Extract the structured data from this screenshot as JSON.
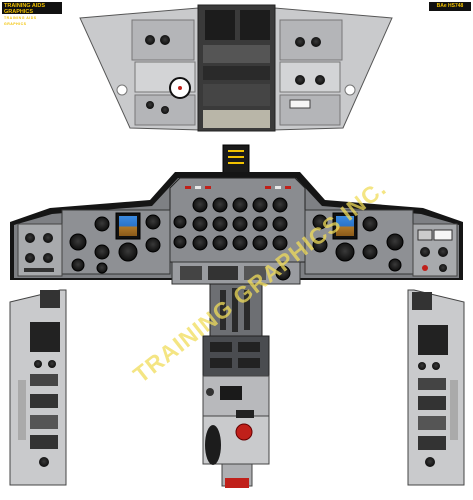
{
  "logos": {
    "left_title": "TRAINING AIDS GRAPHICS",
    "left_sub": "TRAINING AIDS GRAPHICS",
    "right_title": "BAe HS748"
  },
  "watermark": "TRAINING GRAPHICS INC.",
  "colors": {
    "panel_grey": "#c9cacc",
    "panel_dark": "#3a3a3a",
    "glareshield_black": "#151515",
    "attitude_blue": "#2a73c8",
    "attitude_ground": "#b07a2a",
    "warning_red": "#c0201a",
    "watermark_yellow": "#f0dc5a",
    "logo_gold": "#f2c200"
  },
  "panels": {
    "overhead": "overhead-panel",
    "center_console_upper": "center-console-upper",
    "main": "main-instrument-panel",
    "pedestal": "center-pedestal",
    "left_side": "left-side-console",
    "right_side": "right-side-console"
  }
}
